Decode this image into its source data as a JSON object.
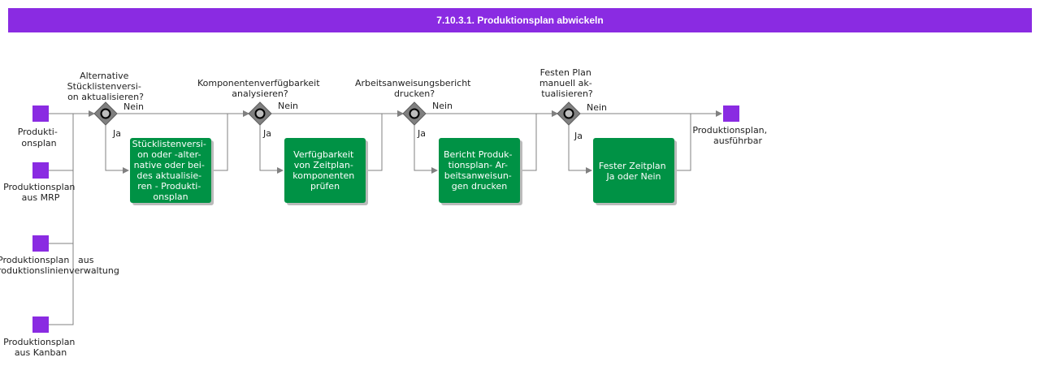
{
  "title": "7.10.3.1. Produktionsplan abwickeln",
  "colors": {
    "event": "#8a2be2",
    "task": "#009245",
    "gateway": "#808080",
    "line": "#808080",
    "title_bar": "#8a2be2"
  },
  "start_events": [
    {
      "lines": [
        "Produkti-",
        "onsplan"
      ]
    },
    {
      "lines": [
        "Produktionsplan",
        "aus MRP"
      ]
    },
    {
      "lines": [
        "Produktionsplan",
        "aus"
      ]
    },
    {
      "lines": [
        "Produktionsplan",
        "aus Kanban"
      ]
    }
  ],
  "kanban_label_extra": "roduktionslinienverwaltung",
  "gateways": [
    {
      "question": [
        "Alternative",
        "Stücklistenversi-",
        "on aktualisieren?"
      ],
      "no": "Nein",
      "yes": "Ja"
    },
    {
      "question": [
        "Komponentenverfügbarkeit",
        "analysieren?"
      ],
      "no": "Nein",
      "yes": "Ja"
    },
    {
      "question": [
        "Arbeitsanweisungsbericht",
        "drucken?"
      ],
      "no": "Nein",
      "yes": "Ja"
    },
    {
      "question": [
        "Festen Plan",
        "manuell ak-",
        "tualisieren?"
      ],
      "no": "Nein",
      "yes": "Ja"
    }
  ],
  "tasks": [
    {
      "lines": [
        "Stücklistenversi-",
        "on oder -alter-",
        "native oder bei-",
        "des aktualisie-",
        "ren - Produkti-",
        "onsplan"
      ]
    },
    {
      "lines": [
        "Verfügbarkeit",
        "von  Zeitplan-",
        "komponenten",
        "prüfen"
      ]
    },
    {
      "lines": [
        "Bericht  Produk-",
        "tionsplan- Ar-",
        "beitsanweisun-",
        "gen  drucken"
      ]
    },
    {
      "lines": [
        "Fester Zeitplan",
        "Ja oder Nein"
      ]
    }
  ],
  "end_event": {
    "lines": [
      "Produktionsplan,",
      "ausführbar"
    ]
  }
}
